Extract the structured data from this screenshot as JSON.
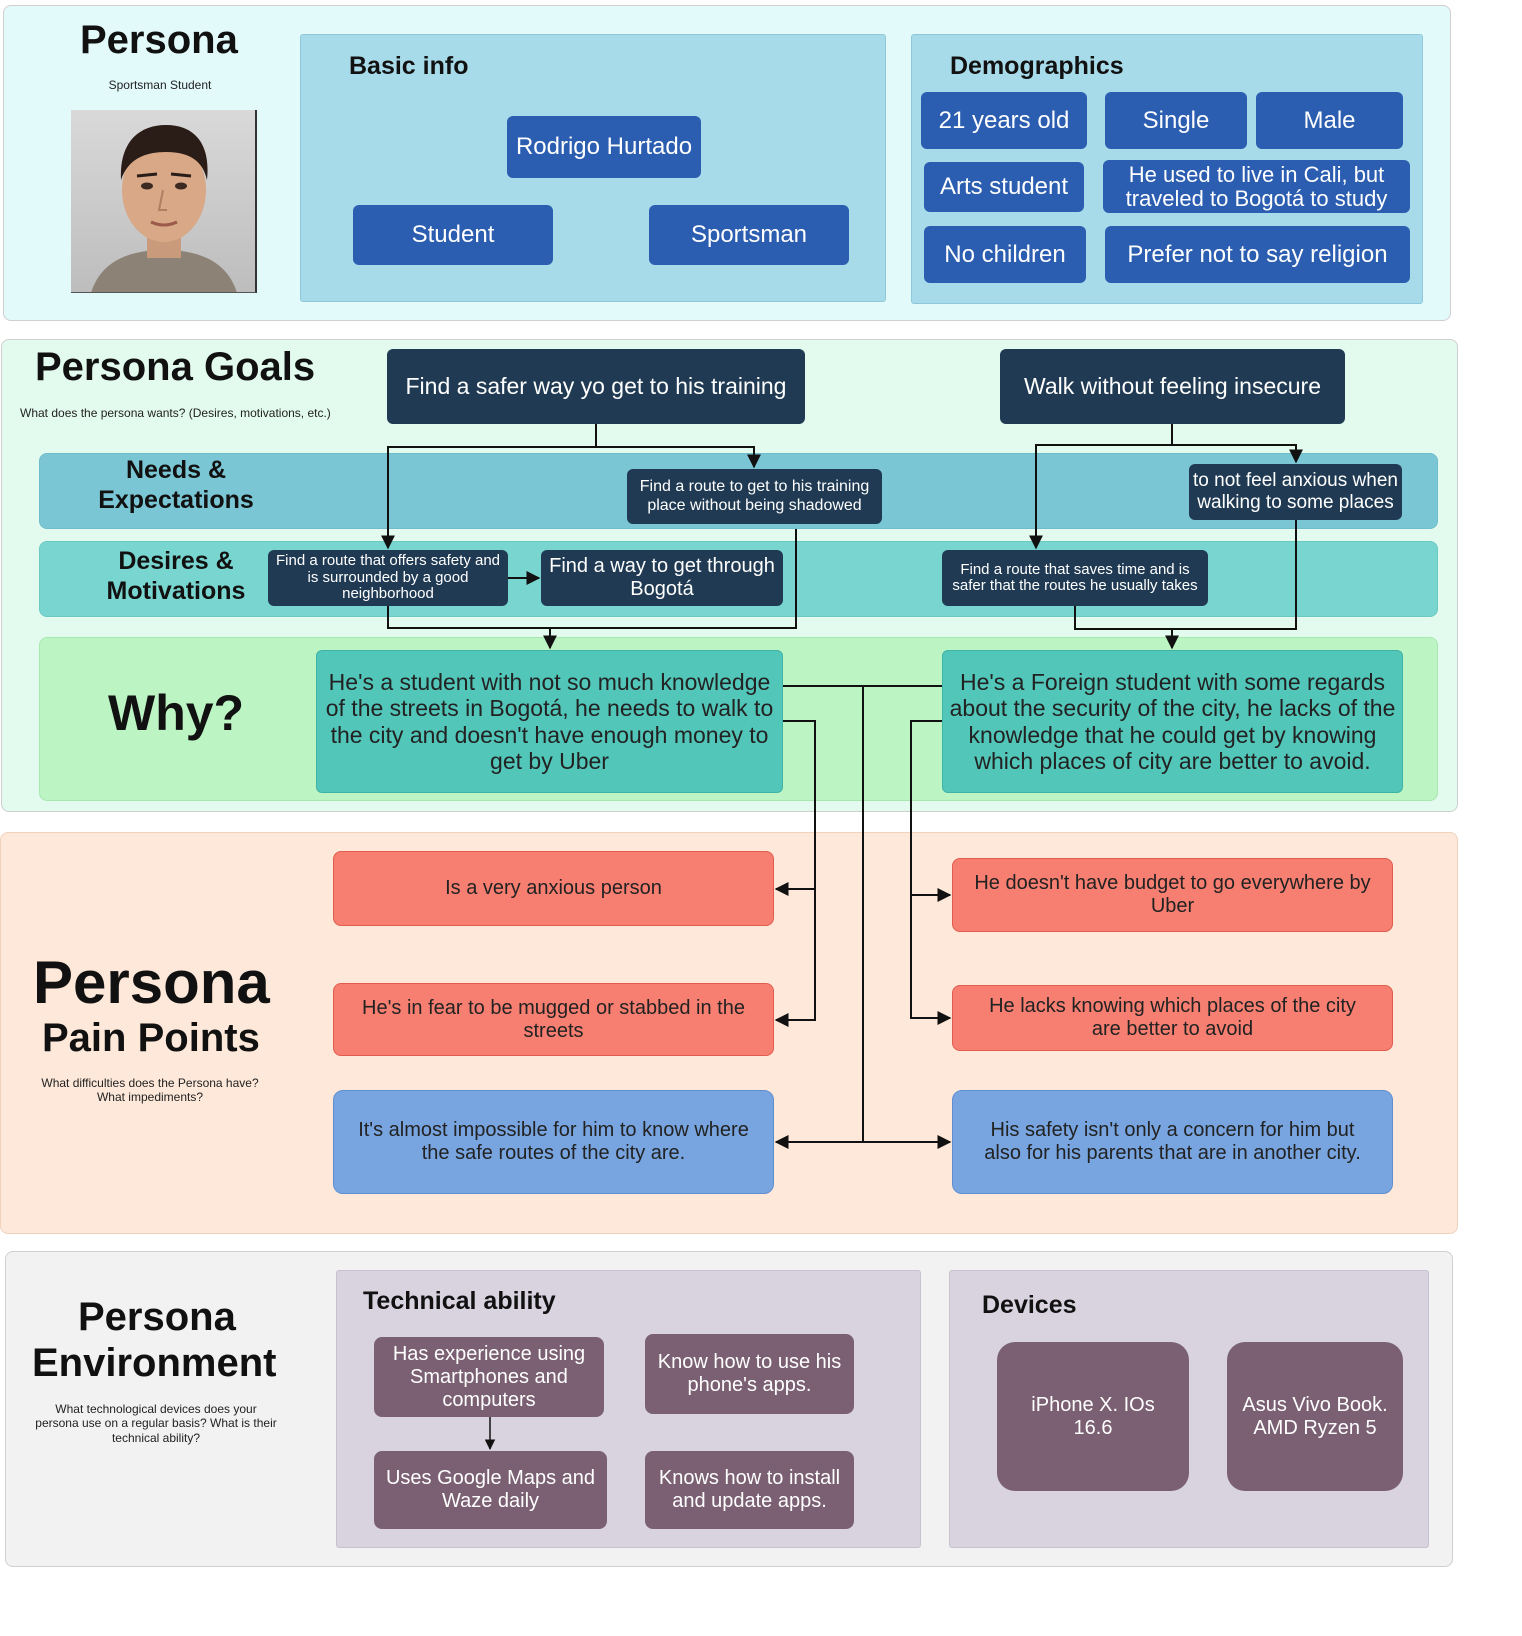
{
  "persona": {
    "title": "Persona",
    "subtitle": "Sportsman Student"
  },
  "basic_info": {
    "title": "Basic info",
    "name": "Rodrigo Hurtado",
    "tag1": "Student",
    "tag2": "Sportsman"
  },
  "demographics": {
    "title": "Demographics",
    "age": "21 years old",
    "status": "Single",
    "gender": "Male",
    "occupation": "Arts student",
    "origin": "He used to live in Cali, but traveled to Bogotá to study",
    "children": "No children",
    "religion": "Prefer not to say religion"
  },
  "goals": {
    "title": "Persona Goals",
    "subtitle": "What does the persona wants? (Desires,  motivations, etc.)",
    "goal1": "Find a safer way yo get to his training",
    "goal2": "Walk without feeling insecure",
    "needs_label": "Needs & Expectations",
    "need1": "Find a route to get to his training place without being shadowed",
    "need2": "to not feel anxious when walking to some places",
    "desires_label": "Desires & Motivations",
    "desire1": "Find a route that offers safety and is surrounded by a good neighborhood",
    "desire2": "Find a way to get through Bogotá",
    "desire3": "Find a route that saves time and is safer that the routes he usually takes",
    "why_label": "Why?",
    "why1": "He's a student with not so much knowledge of the streets in Bogotá, he needs to walk to the city and doesn't have enough money to get by Uber",
    "why2": "He's a Foreign student with some regards about the security of the city, he lacks of the knowledge that he could get by knowing which places of city are better to avoid."
  },
  "pain_points": {
    "title1": "Persona",
    "title2": "Pain Points",
    "subtitle": "What difficulties does the Persona have? What impediments?",
    "p1": "Is a very anxious person",
    "p2": "He's in fear to be mugged or stabbed in the streets",
    "p3": "It's almost impossible for him to know where the safe routes of the city are.",
    "p4": "He doesn't have budget to go everywhere by Uber",
    "p5": "He lacks knowing which places of the city are better to avoid",
    "p6": "His safety isn't only a concern for him but also for his parents that are in another city."
  },
  "environment": {
    "title1": "Persona",
    "title2": "Environment",
    "subtitle": "What technological devices does your persona use on a regular basis? What is their technical ability?",
    "tech_title": "Technical ability",
    "tech1": "Has experience using Smartphones and computers",
    "tech2": "Know how to use his phone's apps.",
    "tech3": "Uses Google Maps and Waze daily",
    "tech4": "Knows how to install and update apps.",
    "devices_title": "Devices",
    "device1": "iPhone X. IOs 16.6",
    "device2": "Asus Vivo Book. AMD Ryzen 5"
  },
  "colors": {
    "section1": "#e3fafa",
    "section2": "#e3fbef",
    "section3": "#fde8d9",
    "section4": "#f2f2f2",
    "chip_blue": "#2b5db0",
    "navy": "#1f3a52",
    "teal": "#52c6b9",
    "red": "#f77f71",
    "light_blue": "#78a5e0",
    "plum": "#7a6072"
  }
}
